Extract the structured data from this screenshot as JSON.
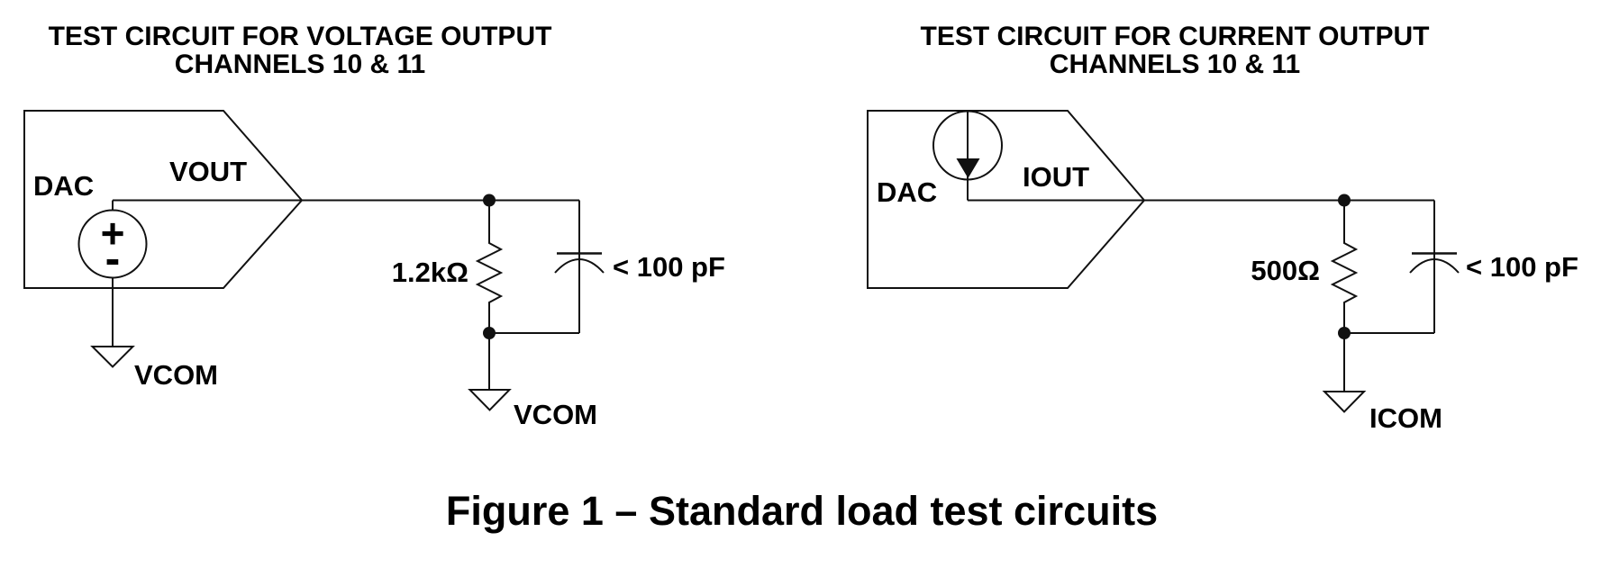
{
  "figure": {
    "caption": "Figure 1 – Standard load test circuits"
  },
  "left_circuit": {
    "title_line1": "TEST CIRCUIT FOR VOLTAGE OUTPUT",
    "title_line2": "CHANNELS 10 & 11",
    "block_label": "DAC",
    "output_label": "VOUT",
    "source_type": "voltage-source",
    "source_plus": "+",
    "source_minus": "-",
    "dac_ground_label": "VCOM",
    "resistor_value": "1.2kΩ",
    "capacitor_value": "< 100 pF",
    "load_ground_label": "VCOM"
  },
  "right_circuit": {
    "title_line1": "TEST CIRCUIT FOR CURRENT OUTPUT",
    "title_line2": "CHANNELS 10 & 11",
    "block_label": "DAC",
    "output_label": "IOUT",
    "source_type": "current-source",
    "resistor_value": "500Ω",
    "capacitor_value": "< 100 pF",
    "load_ground_label": "ICOM"
  },
  "colors": {
    "line": "#111111",
    "text": "#000000",
    "background": "#ffffff"
  }
}
